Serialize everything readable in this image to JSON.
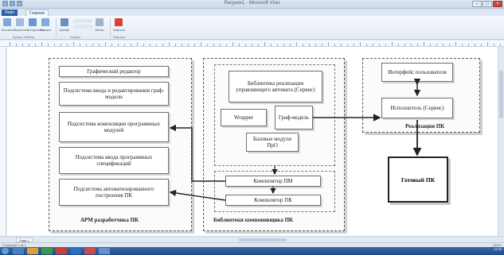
{
  "window": {
    "title": "Рисунок1 - Microsoft Visio",
    "controls": [
      "–",
      "□",
      "×"
    ]
  },
  "ribbon": {
    "tabs": [
      "Файл",
      "Главная"
    ],
    "buttons": [
      "Вставить",
      "Вырезать",
      "Копировать",
      "Формат",
      "Шрифт",
      "Абзац",
      "Закрыть"
    ],
    "groups": [
      "Буфер обмена",
      "Шрифт",
      "Закрыть"
    ]
  },
  "statusbar": {
    "page_tab": "Page-1",
    "left_text": "Страница 1 из 1",
    "zoom": "100%"
  },
  "taskbar": {
    "clock": "12:00"
  },
  "diagram": {
    "groups": {
      "arm": "АРМ разработчика ПК",
      "lib": "Библиотеки компоновщика ПК",
      "real": "Реализация ПК"
    },
    "arm_boxes": [
      "Графический редактор",
      "Подсистема ввода и редактирования граф-модели",
      "Подсистема компиляции программных модулей",
      "Подсистема ввода программных спецификаций",
      "Подсистема автоматизированного построения ПК"
    ],
    "lib_boxes": {
      "library": "Библиотека реализации управляющего автомата (Сервис)",
      "wrapper": "Wrapper",
      "graph_model": "Граф-модель",
      "base_modules": "Базовые модули ПрО",
      "compiler_pm": "Компилятор ПМ",
      "compiler_pk": "Компилятор ПК"
    },
    "real_boxes": {
      "ui": "Интерфейс пользователя",
      "executor": "Исполнитель (Сервис)"
    },
    "final": "Готовый ПК"
  },
  "colors": {
    "file_tab": "#2a5fa8",
    "taskbar": "#1e4a85",
    "line": "#222222"
  }
}
